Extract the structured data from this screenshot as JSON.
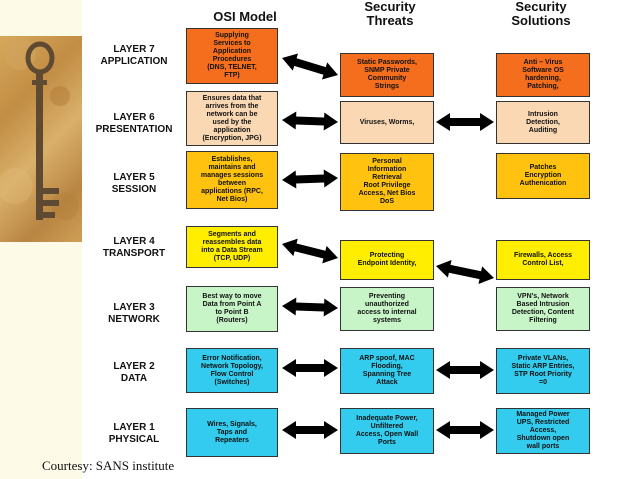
{
  "headers": {
    "osi": "OSI Model",
    "threats": "Security\nThreats",
    "solutions": "Security\nSolutions"
  },
  "layers": [
    {
      "name": "LAYER 7\nAPPLICATION",
      "osi": "Supplying\nServices to\nApplication\nProcedures\n(DNS, TELNET,\nFTP)",
      "threat": "Static Passwords,\nSNMP Private\nCommunity\nStrings",
      "solution": "Anti – Virus\nSoftware OS\nhardening,\nPatching,"
    },
    {
      "name": "LAYER 6\nPRESENTATION",
      "osi": "Ensures data that\narrives from the\nnetwork can be\nused by the\napplication\n(Encryption, JPG)",
      "threat": "Viruses, Worms,",
      "solution": "Intrusion\nDetection,\nAuditing"
    },
    {
      "name": "LAYER 5\nSESSION",
      "osi": "Establishes,\nmaintains and\nmanages sessions\nbetween\napplications (RPC,\nNet Bios)",
      "threat": "Personal\nInformation\nRetrieval\nRoot Privilege\nAccess, Net Bios\nDoS",
      "solution": "Patches\nEncryption\nAuthenication"
    },
    {
      "name": "LAYER 4\nTRANSPORT",
      "osi": "Segments and\nreassembles data\ninto a Data Stream\n(TCP, UDP)",
      "threat": "Protecting\nEndpoint Identity,",
      "solution": "Firewalls, Access\nControl List,"
    },
    {
      "name": "LAYER 3\nNETWORK",
      "osi": "Best way to move\nData from Point A\nto Point B\n(Routers)",
      "threat": "Preventing\nunauthorized\naccess to internal\nsystems",
      "solution": "VPN's, Network\nBased Intrusion\nDetection, Content\nFiltering"
    },
    {
      "name": "LAYER 2\nDATA",
      "osi": "Error Notification,\nNetwork Topology,\nFlow Control\n(Switches)",
      "threat": "ARP spoof, MAC\nFlooding,\nSpanning Tree\nAttack",
      "solution": "Private VLANs,\nStatic ARP Entries,\nSTP Root Priority\n=0"
    },
    {
      "name": "LAYER 1\nPHYSICAL",
      "osi": "Wires, Signals,\nTaps and\nRepeaters",
      "threat": "Inadequate Power,\nUnfiltered\nAccess, Open Wall\nPorts",
      "solution": "Managed Power\nUPS, Restricted\nAccess,\nShutdown open\nwall ports"
    }
  ],
  "courtesy": "Courtesy: SANS institute",
  "colors": {
    "orange": "#f46e1e",
    "peach": "#fbd8b4",
    "gold": "#ffc20e",
    "yellow": "#ffee00",
    "lightgreen": "#c8f5c8",
    "cyan": "#33ccee"
  },
  "icons": {
    "photo": "antique-key-image",
    "connector": "double-headed-arrow"
  }
}
